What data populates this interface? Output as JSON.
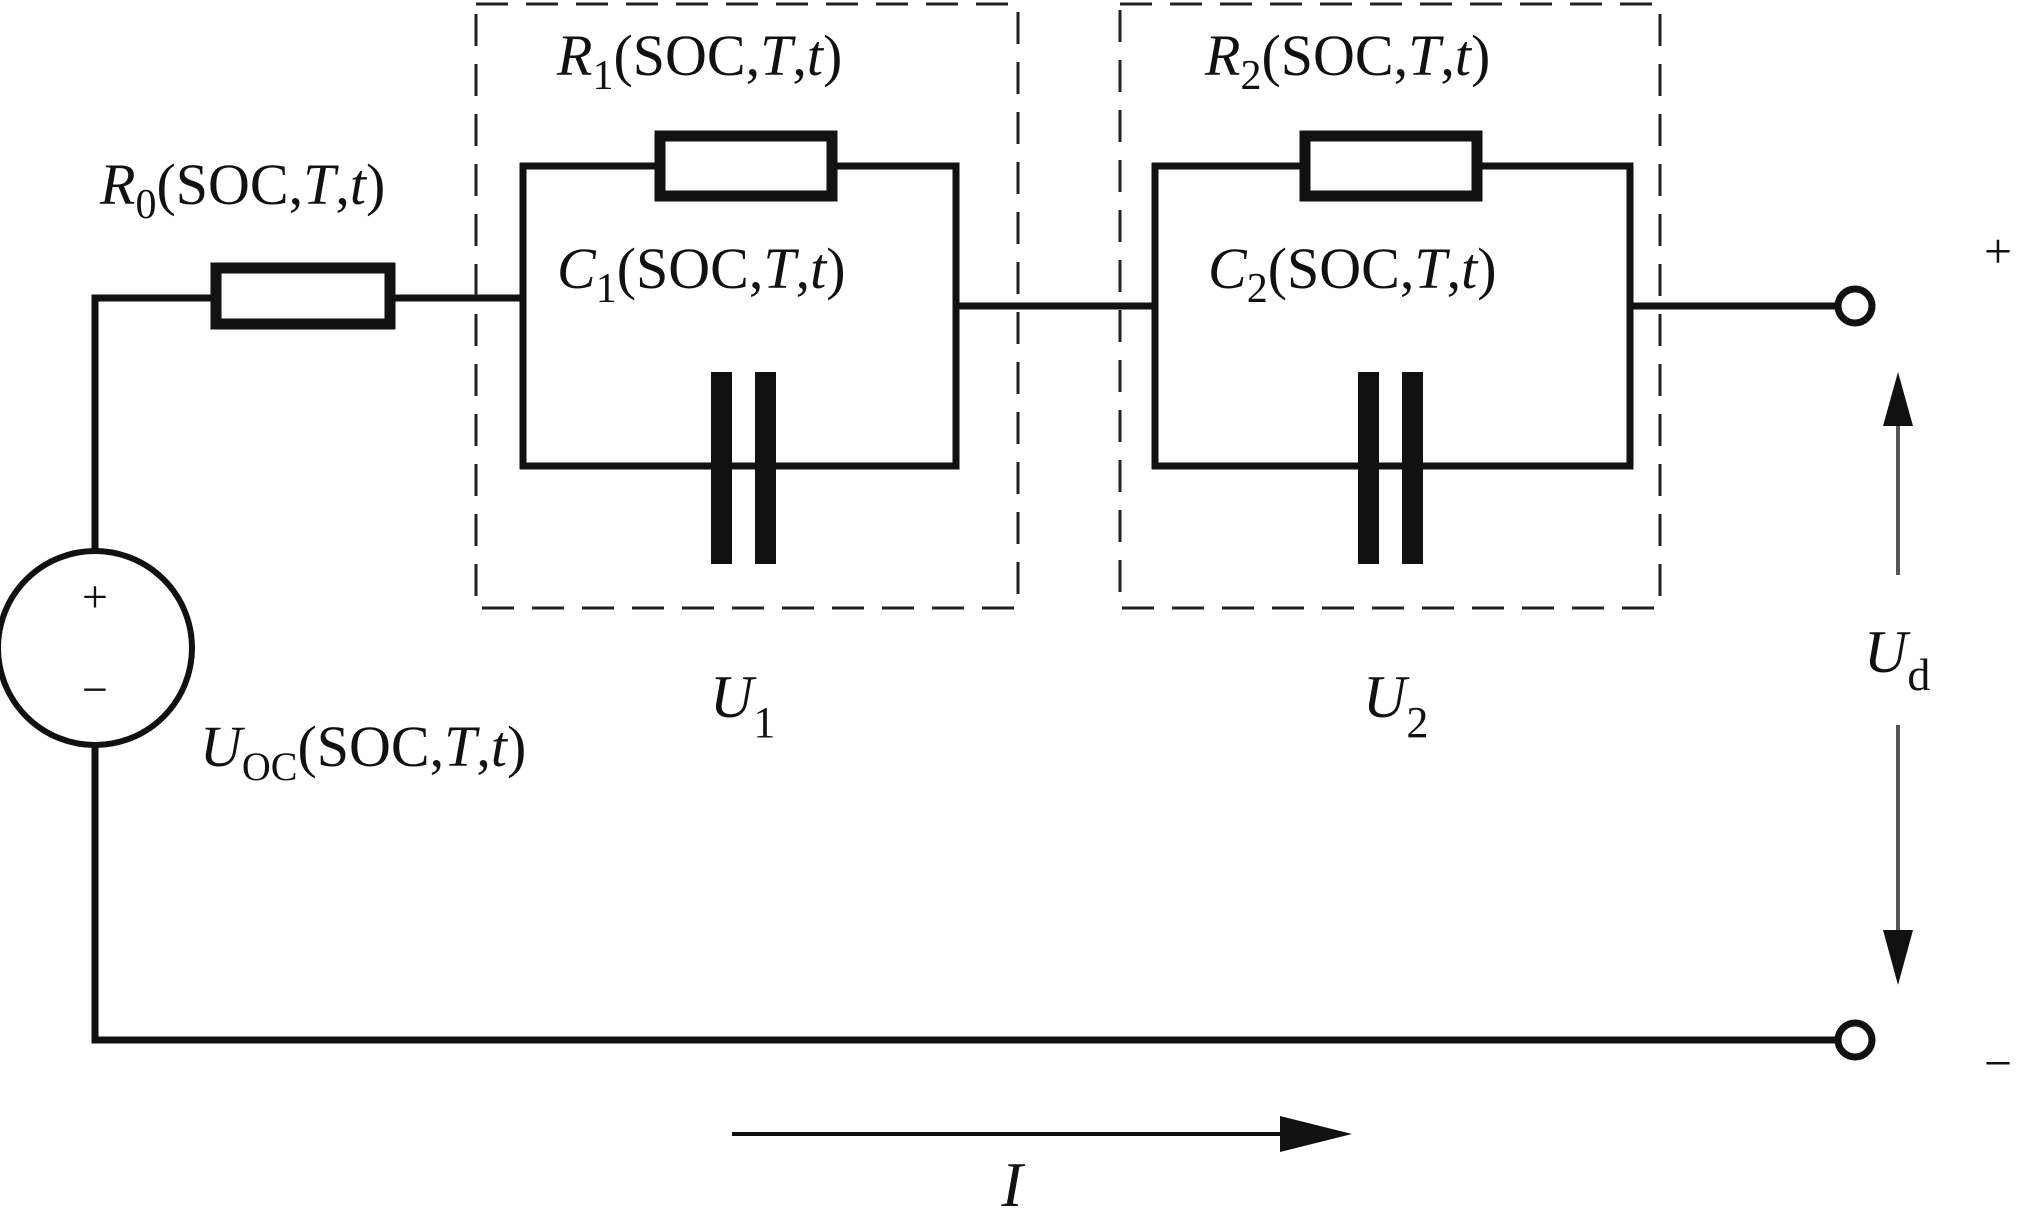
{
  "diagram": {
    "components": {
      "r0": {
        "symbol": "R",
        "sub": "0",
        "args": "(SOC,",
        "T": "T",
        "comma": ",",
        "t": "t",
        "close": ")"
      },
      "r1": {
        "symbol": "R",
        "sub": "1",
        "args": "(SOC,",
        "T": "T",
        "comma": ",",
        "t": "t",
        "close": ")"
      },
      "c1": {
        "symbol": "C",
        "sub": "1",
        "args": "(SOC,",
        "T": "T",
        "comma": ",",
        "t": "t",
        "close": ")"
      },
      "r2": {
        "symbol": "R",
        "sub": "2",
        "args": "(SOC,",
        "T": "T",
        "comma": ",",
        "t": "t",
        "close": ")"
      },
      "c2": {
        "symbol": "C",
        "sub": "2",
        "args": "(SOC,",
        "T": "T",
        "comma": ",",
        "t": "t",
        "close": ")"
      },
      "uoc": {
        "symbol": "U",
        "sub": "OC",
        "args": "(SOC,",
        "T": "T",
        "comma": ",",
        "t": "t",
        "close": ")"
      }
    },
    "source": {
      "plus": "+",
      "minus": "−"
    },
    "blocks": {
      "u1": {
        "symbol": "U",
        "sub": "1"
      },
      "u2": {
        "symbol": "U",
        "sub": "2"
      }
    },
    "terminals": {
      "plus": "+",
      "minus": "−"
    },
    "output_voltage": {
      "symbol": "U",
      "sub": "d"
    },
    "current": {
      "symbol": "I"
    }
  }
}
